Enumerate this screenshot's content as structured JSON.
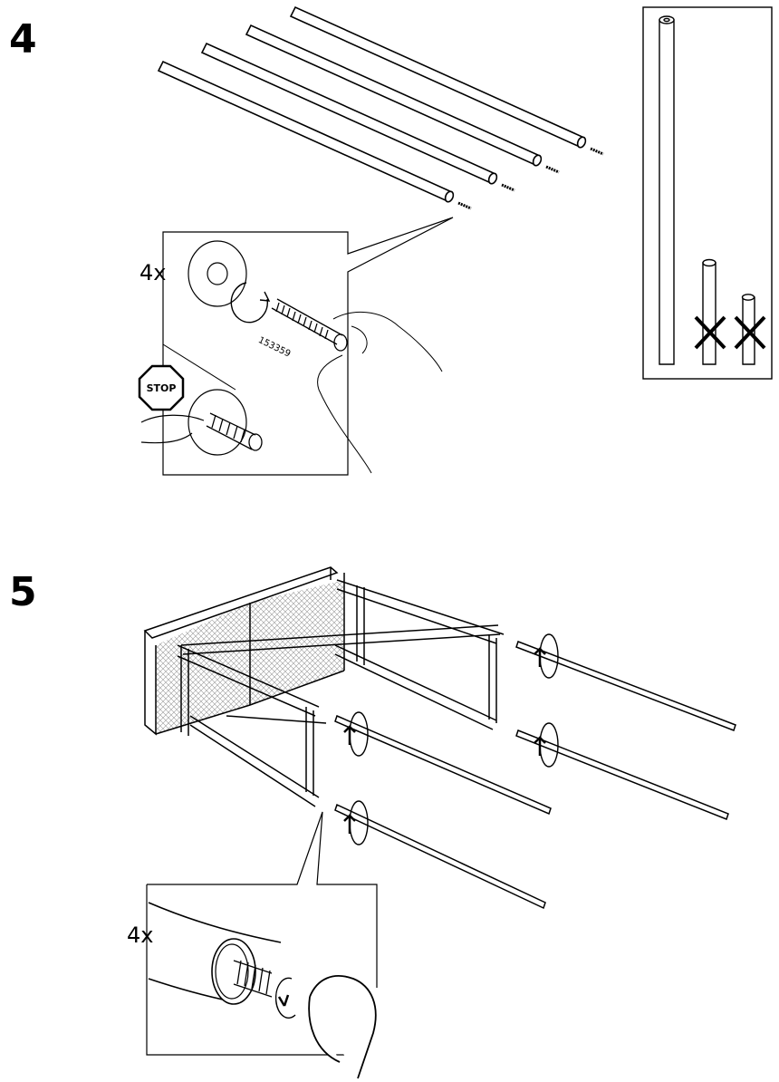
{
  "steps": [
    {
      "number": "4",
      "quantity": "4x",
      "part_number": "153359",
      "warning_sign": "STOP"
    },
    {
      "number": "5",
      "quantity": "4x"
    }
  ],
  "icons": [
    "stop-sign-icon",
    "rotate-arrow-icon",
    "hand-icon",
    "cross-mark-icon",
    "screw-icon"
  ]
}
